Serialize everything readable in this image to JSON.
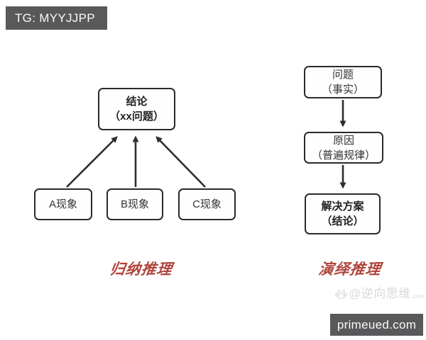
{
  "badges": {
    "tg": "TG: MYYJJPP",
    "site": "primeued.com"
  },
  "induction": {
    "caption": "归纳推理",
    "conclusion": {
      "line1": "结论",
      "line2": "（xx问题）"
    },
    "phenomena": [
      {
        "label": "A现象"
      },
      {
        "label": "B现象"
      },
      {
        "label": "C现象"
      }
    ]
  },
  "deduction": {
    "caption": "演绎推理",
    "steps": [
      {
        "line1": "问题",
        "line2": "（事实）"
      },
      {
        "line1": "原因",
        "line2": "（普遍规律）"
      },
      {
        "line1": "解决方案",
        "line2": "（结论）"
      }
    ]
  },
  "watermark": {
    "icon": "paw-icon",
    "handle": "@逆向思维",
    "suffix": ".com"
  },
  "colors": {
    "caption_red": "#b0453d",
    "badge_bg": "#59595b",
    "stroke": "#2e2e2e",
    "watermark_gray": "#d8d8d8"
  }
}
